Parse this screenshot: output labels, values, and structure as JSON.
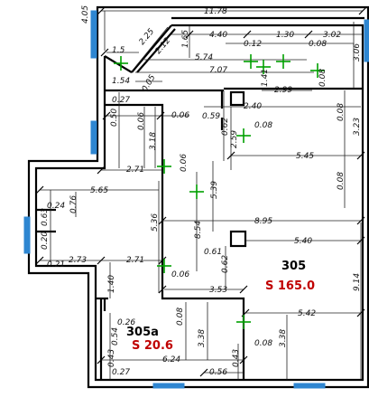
{
  "rooms": [
    {
      "number": "305",
      "area": "S 165.0"
    },
    {
      "number": "305a",
      "area": "S 20.6"
    }
  ],
  "dimensions": {
    "d1178": "11.78",
    "d405": "4.05",
    "d225": "2.25",
    "d212": "2.12",
    "d165": "1.65",
    "d440": "4.40",
    "d130": "1.30",
    "d302": "3.02",
    "d012a": "0.12",
    "d008a": "0.08",
    "d306": "3.06",
    "d15": "1.5",
    "d574": "5.74",
    "d154": "1.54",
    "d005": "0.05",
    "d707": "7.07",
    "d141": "1.41",
    "d008b": "0.08",
    "d299": "2.99",
    "d027a": "0.27",
    "d050": "0.50",
    "d006a": "0.06",
    "d006b": "0.06",
    "d240": "2.40",
    "d059": "0.59",
    "d062a": "0.62",
    "d259": "2.59",
    "d008c": "0.08",
    "d008d": "0.08",
    "d323": "3.23",
    "d318": "3.18",
    "d271a": "2.71",
    "d006c": "0.06",
    "d545": "5.45",
    "d008e": "0.08",
    "d565": "5.65",
    "d539": "5.39",
    "d024": "0.24",
    "d076": "0.76",
    "d063": "0.63",
    "d854": "8.54",
    "d895": "8.95",
    "d536": "5.36",
    "d020": "0.20",
    "d540": "5.40",
    "d061": "0.61",
    "d021": "0.21",
    "d273": "2.73",
    "d271b": "2.71",
    "d062b": "0.62",
    "d914": "9.14",
    "d006d": "0.06",
    "d140": "1.40",
    "d353": "3.53",
    "d542": "5.42",
    "d026": "0.26",
    "d008f": "0.08",
    "d054": "0.54",
    "d338a": "3.38",
    "d338b": "3.38",
    "d008g": "0.08",
    "d043a": "0.43",
    "d624": "6.24",
    "d043b": "0.43",
    "d027b": "0.27",
    "d056": "0.56"
  },
  "colors": {
    "wall": "#000000",
    "window": "#2e86d1",
    "marker": "#00a000",
    "area": "#c00000"
  }
}
